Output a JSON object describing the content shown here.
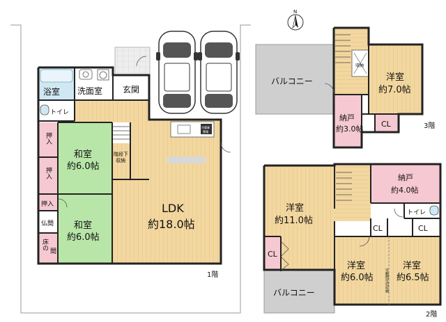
{
  "compass": {
    "north_label": "N"
  },
  "floor1": {
    "floor_label": "1階",
    "rooms": {
      "bath": "浴室",
      "washroom": "洗面室",
      "entrance": "玄関",
      "toilet": "トイレ",
      "closet1": "押入",
      "closet2": "押入",
      "closet3": "押入",
      "butsuma": "仏間",
      "tokonoma_1": "床の",
      "tokonoma_2": "間",
      "washitsu1_name": "和室",
      "washitsu1_size": "約6.0帖",
      "washitsu2_name": "和室",
      "washitsu2_size": "約6.0帖",
      "understair_1": "階段下",
      "understair_2": "収納",
      "ldk_name": "LDK",
      "ldk_size": "約18.0帖",
      "appliance_1": "冷蔵庫",
      "appliance_2": "置場"
    }
  },
  "floor2": {
    "floor_label": "2階",
    "rooms": {
      "youshitsu_a_name": "洋室",
      "youshitsu_a_size": "約11.0帖",
      "nando_name": "納戸",
      "nando_size": "約4.0帖",
      "toilet": "トイレ",
      "cl_1": "CL",
      "cl_2": "CL",
      "cl_3": "CL",
      "youshitsu_b_name": "洋室",
      "youshitsu_b_size": "約6.0帖",
      "youshitsu_c_name": "洋室",
      "youshitsu_c_size": "約6.5帖",
      "balcony": "バルコニー",
      "partition_note": "可動間仕切収納"
    }
  },
  "floor3": {
    "floor_label": "3階",
    "rooms": {
      "balcony": "バルコニー",
      "youshitsu_name": "洋室",
      "youshitsu_size": "約7.0帖",
      "nando_name": "納戸",
      "nando_size": "約3.0帖",
      "cl": "CL",
      "storage": "収納"
    }
  },
  "colors": {
    "wall": "#222222",
    "wood_floor": "#f2d7a0",
    "wood_line": "#e2be7a",
    "tatami": "#b8e6a8",
    "closet": "#f6c9d2",
    "wet_area": "#d0e8f4",
    "balcony": "#cfcfcf",
    "site_line": "#999999"
  }
}
